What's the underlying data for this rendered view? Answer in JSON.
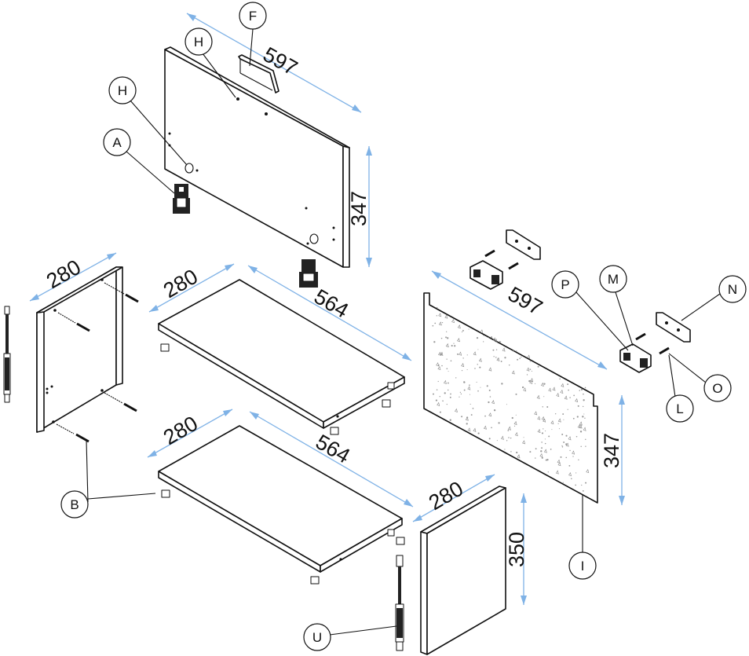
{
  "dimensions": {
    "back_top_width": "597",
    "back_top_height": "347",
    "side_left_depth": "280",
    "shelf_upper_depth": "280",
    "shelf_upper_width": "564",
    "shelf_lower_depth": "280",
    "shelf_lower_width": "564",
    "back_panel_width": "597",
    "back_panel_height": "347",
    "door_depth": "280",
    "door_height": "350"
  },
  "part_labels": {
    "F": "F",
    "H_top": "H",
    "H_left": "H",
    "A": "A",
    "B": "B",
    "P": "P",
    "M": "M",
    "N": "N",
    "O": "O",
    "L": "L",
    "I": "I",
    "U": "U"
  },
  "colors": {
    "dimension_line": "#7fb2e6",
    "outline": "#111111",
    "panel_fill": "#ffffff"
  }
}
